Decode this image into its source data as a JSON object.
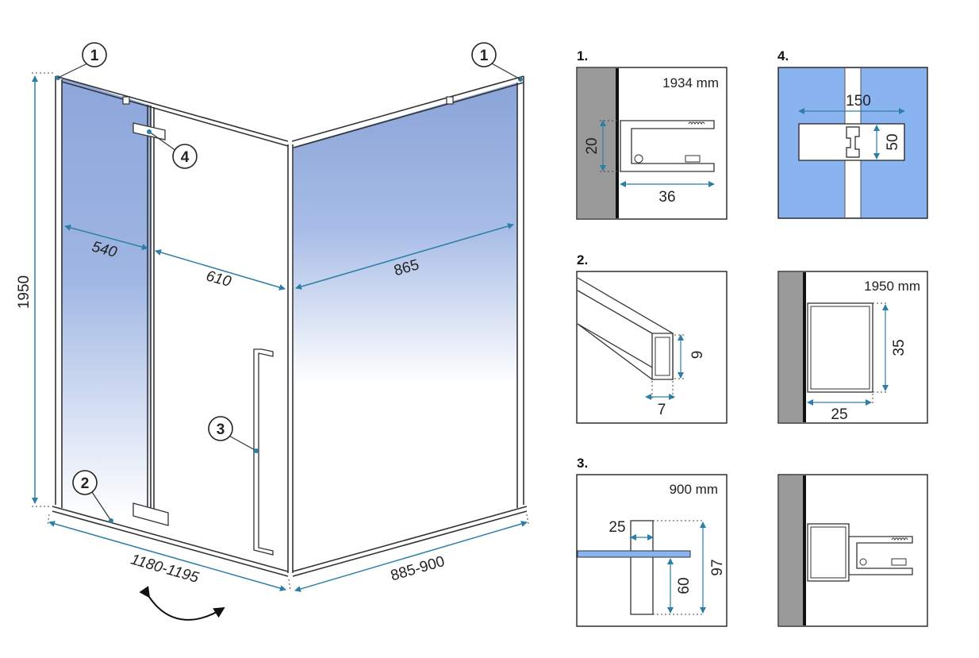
{
  "diagram": {
    "dimensions": {
      "height": "1950",
      "left_panel": "540",
      "door": "610",
      "side_panel": "865",
      "front_width": "1180-1195",
      "side_width": "885-900"
    },
    "callouts": {
      "c1_left": "1",
      "c1_right": "1",
      "c2": "2",
      "c3": "3",
      "c4": "4"
    },
    "details": {
      "d1": {
        "number": "1.",
        "length": "1934 mm",
        "height": "20",
        "width": "36"
      },
      "d2": {
        "number": "2.",
        "height": "9",
        "width": "7"
      },
      "d3": {
        "number": "3.",
        "length": "900 mm",
        "width": "25",
        "height_total": "97",
        "height_lower": "60"
      },
      "d4": {
        "number": "4.",
        "width": "150",
        "height": "50"
      },
      "d5": {
        "length": "1950 mm",
        "height": "35",
        "width": "25"
      }
    },
    "colors": {
      "glass": "#8fa9dc",
      "dim_line": "#2e7fa6",
      "wall": "#9a9a9a",
      "blue_panel": "#8ab4f0"
    }
  }
}
